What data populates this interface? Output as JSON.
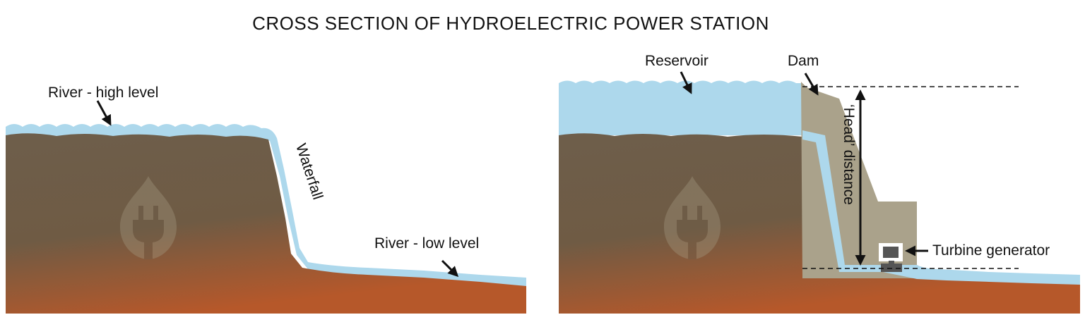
{
  "title": "CROSS SECTION OF HYDROELECTRIC POWER STATION",
  "left_panel": {
    "river_high_label": "River - high level",
    "waterfall_label": "Waterfall",
    "river_low_label": "River - low level"
  },
  "right_panel": {
    "reservoir_label": "Reservoir",
    "dam_label": "Dam",
    "head_label": "‘Head’ distance",
    "turbine_label": "Turbine generator"
  },
  "icons": [
    "power-plug-drop-icon",
    "arrow-icon"
  ],
  "colors": {
    "water": "#add8ec",
    "earth": "#6e5e4b",
    "earth_warm": "#b6582a",
    "dam": "#aaa28b",
    "turbine": "#555555"
  }
}
